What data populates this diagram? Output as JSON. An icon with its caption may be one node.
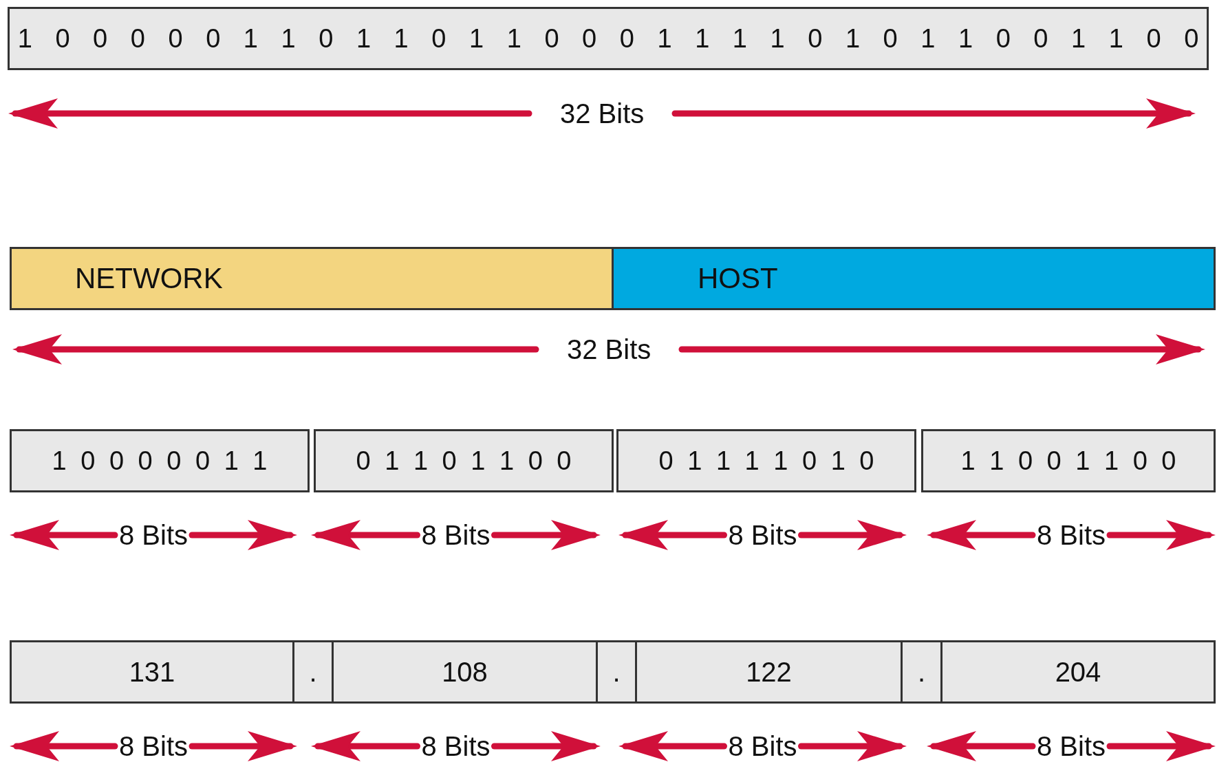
{
  "diagram": {
    "nodes": [
      {
        "text": [
          "1 0 0 0 0 0 1 1 0 1 1 0 1 1 0 0 0 1 1 1 1 0 1 0 1 1 0 0 1 1 0 0"
        ]
      },
      {
        "text": [
          "NETWORK"
        ]
      },
      {
        "text": [
          "HOST"
        ]
      },
      {
        "text": [
          "1 0 0 0 0 0 1 1"
        ]
      },
      {
        "text": [
          "0 1 1 0 1 1 0 0"
        ]
      },
      {
        "text": [
          "0 1 1 1 1 0 1 0"
        ]
      },
      {
        "text": [
          "1 1 0 0 1 1 0 0"
        ]
      },
      {
        "text": [
          "131"
        ]
      },
      {
        "text": [
          "."
        ]
      },
      {
        "text": [
          "108"
        ]
      },
      {
        "text": [
          "."
        ]
      },
      {
        "text": [
          "122"
        ]
      },
      {
        "text": [
          "."
        ]
      },
      {
        "text": [
          "204"
        ]
      }
    ],
    "labels": [
      "32 Bits",
      "32 Bits",
      "8 Bits",
      "8 Bits",
      "8 Bits",
      "8 Bits",
      "8 Bits",
      "8 Bits",
      "8 Bits",
      "8 Bits"
    ]
  }
}
